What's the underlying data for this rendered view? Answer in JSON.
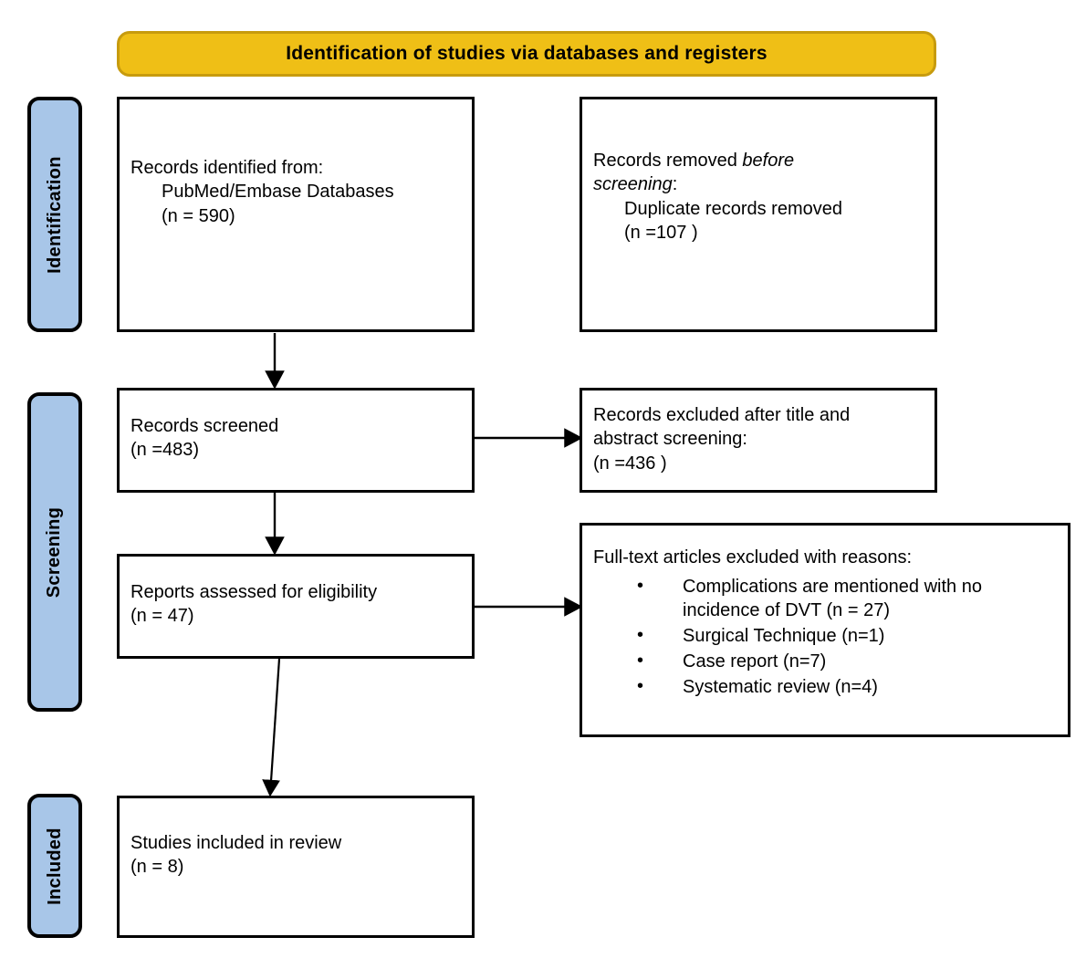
{
  "diagram": {
    "title": "Identification of studies via databases and registers",
    "type": "PRISMA flow diagram"
  },
  "banner": {
    "label": "Identification of studies via databases and registers"
  },
  "stages": [
    {
      "key": "identification",
      "label": "Identification"
    },
    {
      "key": "screening",
      "label": "Screening"
    },
    {
      "key": "included",
      "label": "Included"
    }
  ],
  "boxes": {
    "records_identified": {
      "line1": "Records identified from:",
      "line2": "PubMed/Embase Databases",
      "line3": "(n = 590)",
      "count": 590
    },
    "records_removed": {
      "line1_prefix": "Records removed ",
      "line1_italic": "before",
      "line2_italic": "screening",
      "line2_suffix": ":",
      "line3": "Duplicate records removed",
      "line4": "(n =107 )",
      "count": 107
    },
    "records_screened": {
      "line1": "Records screened",
      "line2": "(n =483)",
      "count": 483
    },
    "records_excluded": {
      "line1": "Records excluded after title and",
      "line2": "abstract screening:",
      "line3": "(n =436 )",
      "count": 436
    },
    "reports_assessed": {
      "line1": "Reports assessed for eligibility",
      "line2": "(n = 47)",
      "count": 47
    },
    "fulltext_excluded": {
      "heading": "Full-text articles excluded with reasons:",
      "reasons": [
        {
          "text": "Complications are mentioned with no incidence of DVT (n = 27)",
          "count": 27
        },
        {
          "text": "Surgical Technique (n=1)",
          "count": 1
        },
        {
          "text": "Case report (n=7)",
          "count": 7
        },
        {
          "text": "Systematic review (n=4)",
          "count": 4
        }
      ]
    },
    "studies_included": {
      "line1": "Studies included in review",
      "line2": "(n = 8)",
      "count": 8
    }
  },
  "colors": {
    "banner_fill": "#efbf16",
    "banner_border": "#c79b0e",
    "stage_fill": "#a8c6e8",
    "stage_border": "#000000",
    "box_border": "#000000",
    "arrow": "#000000",
    "background": "#ffffff"
  }
}
